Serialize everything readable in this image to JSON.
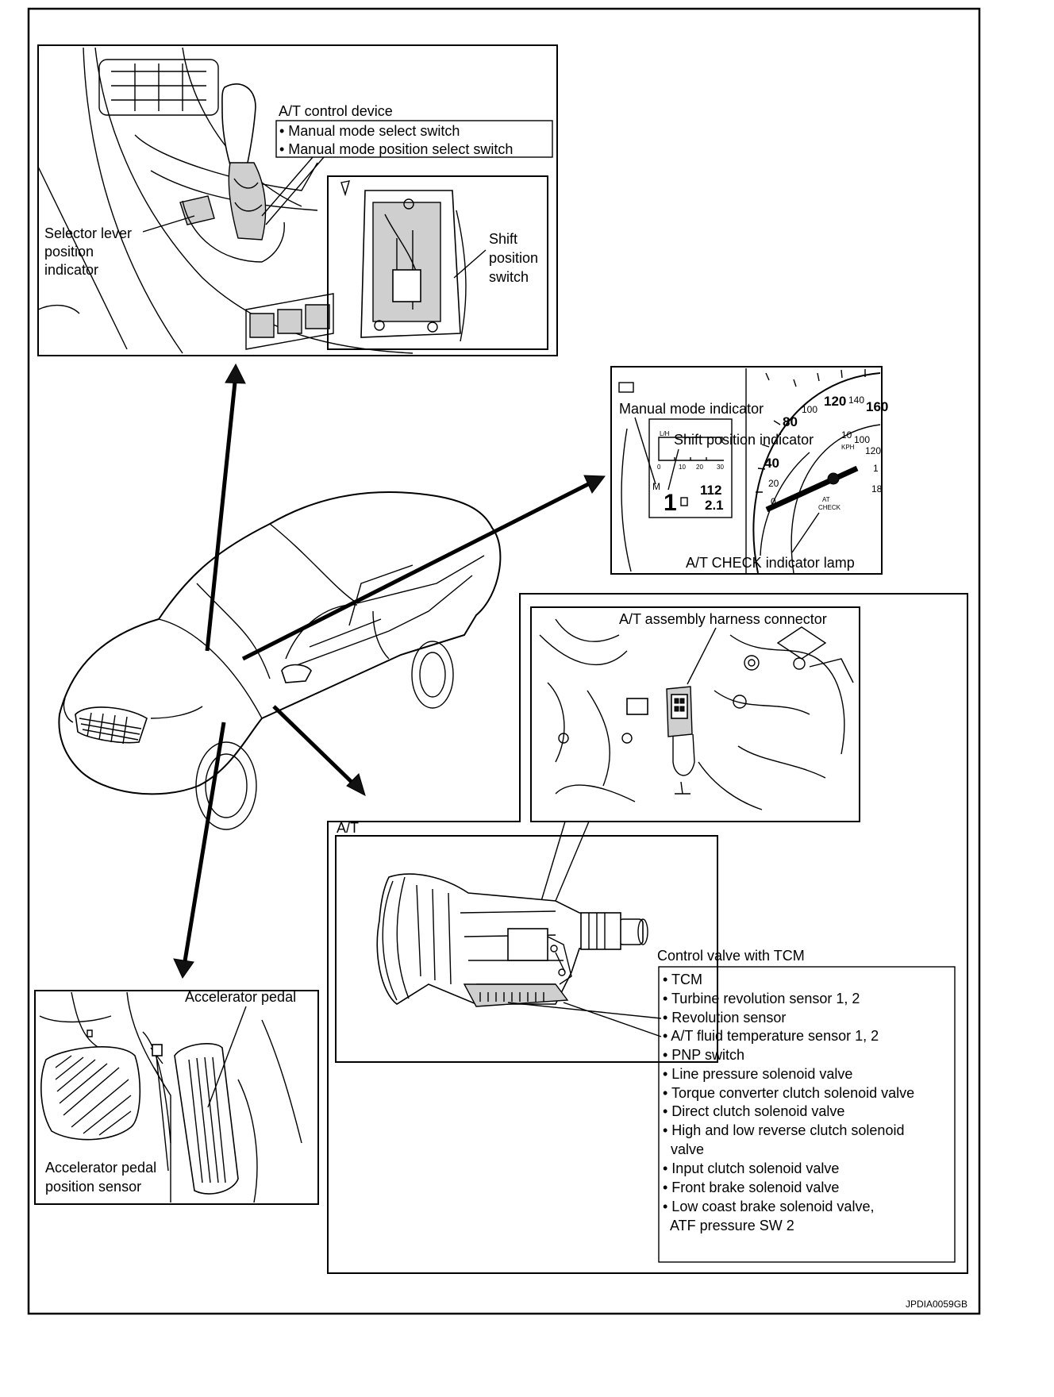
{
  "labels": {
    "at_control_device": "A/T control device",
    "manual_mode_select_switch": "• Manual mode select switch",
    "manual_mode_position_select_switch": "• Manual mode position select switch",
    "selector_lever_l1": "Selector lever",
    "selector_lever_l2": "position",
    "selector_lever_l3": "indicator",
    "shift_position_l1": "Shift",
    "shift_position_l2": "position",
    "shift_position_l3": "switch",
    "manual_mode_indicator": "Manual mode indicator",
    "shift_position_indicator": "Shift position indicator",
    "at_check_indicator_lamp": "A/T CHECK indicator lamp",
    "at_assembly_harness_connector": "A/T assembly harness connector",
    "at": "A/T",
    "control_valve_with_tcm": "Control valve with TCM",
    "accelerator_pedal": "Accelerator pedal",
    "accelerator_pedal_sensor_l1": "Accelerator pedal",
    "accelerator_pedal_sensor_l2": "position sensor",
    "figure_id": "JPDIA0059GB"
  },
  "tcm_components": [
    "• TCM",
    "• Turbine revolution sensor 1, 2",
    "• Revolution sensor",
    "• A/T fluid temperature sensor 1, 2",
    "• PNP switch",
    "• Line pressure solenoid valve",
    "• Torque converter clutch solenoid valve",
    "• Direct clutch solenoid valve",
    "• High and low reverse clutch solenoid",
    "  valve",
    "• Input clutch solenoid valve",
    "• Front brake solenoid valve",
    "• Low coast brake solenoid valve,",
    "  ATF pressure SW 2"
  ],
  "meter": {
    "gear_mode": "M",
    "gear": "1",
    "lcd_value_top": "112",
    "lcd_value_bottom": "2.1",
    "lcd_scale_unit": "L/H",
    "lcd_scale_ticks": [
      "0",
      "10",
      "20",
      "30"
    ],
    "speed_scale_outer": [
      "80",
      "100",
      "120",
      "140",
      "160"
    ],
    "speed_scale_inner": [
      "40",
      "20",
      "0",
      "10",
      "100",
      "120",
      "1",
      "18"
    ],
    "tach_label": "KPH",
    "lamp_text_l1": "AT",
    "lamp_text_l2": "CHECK"
  }
}
